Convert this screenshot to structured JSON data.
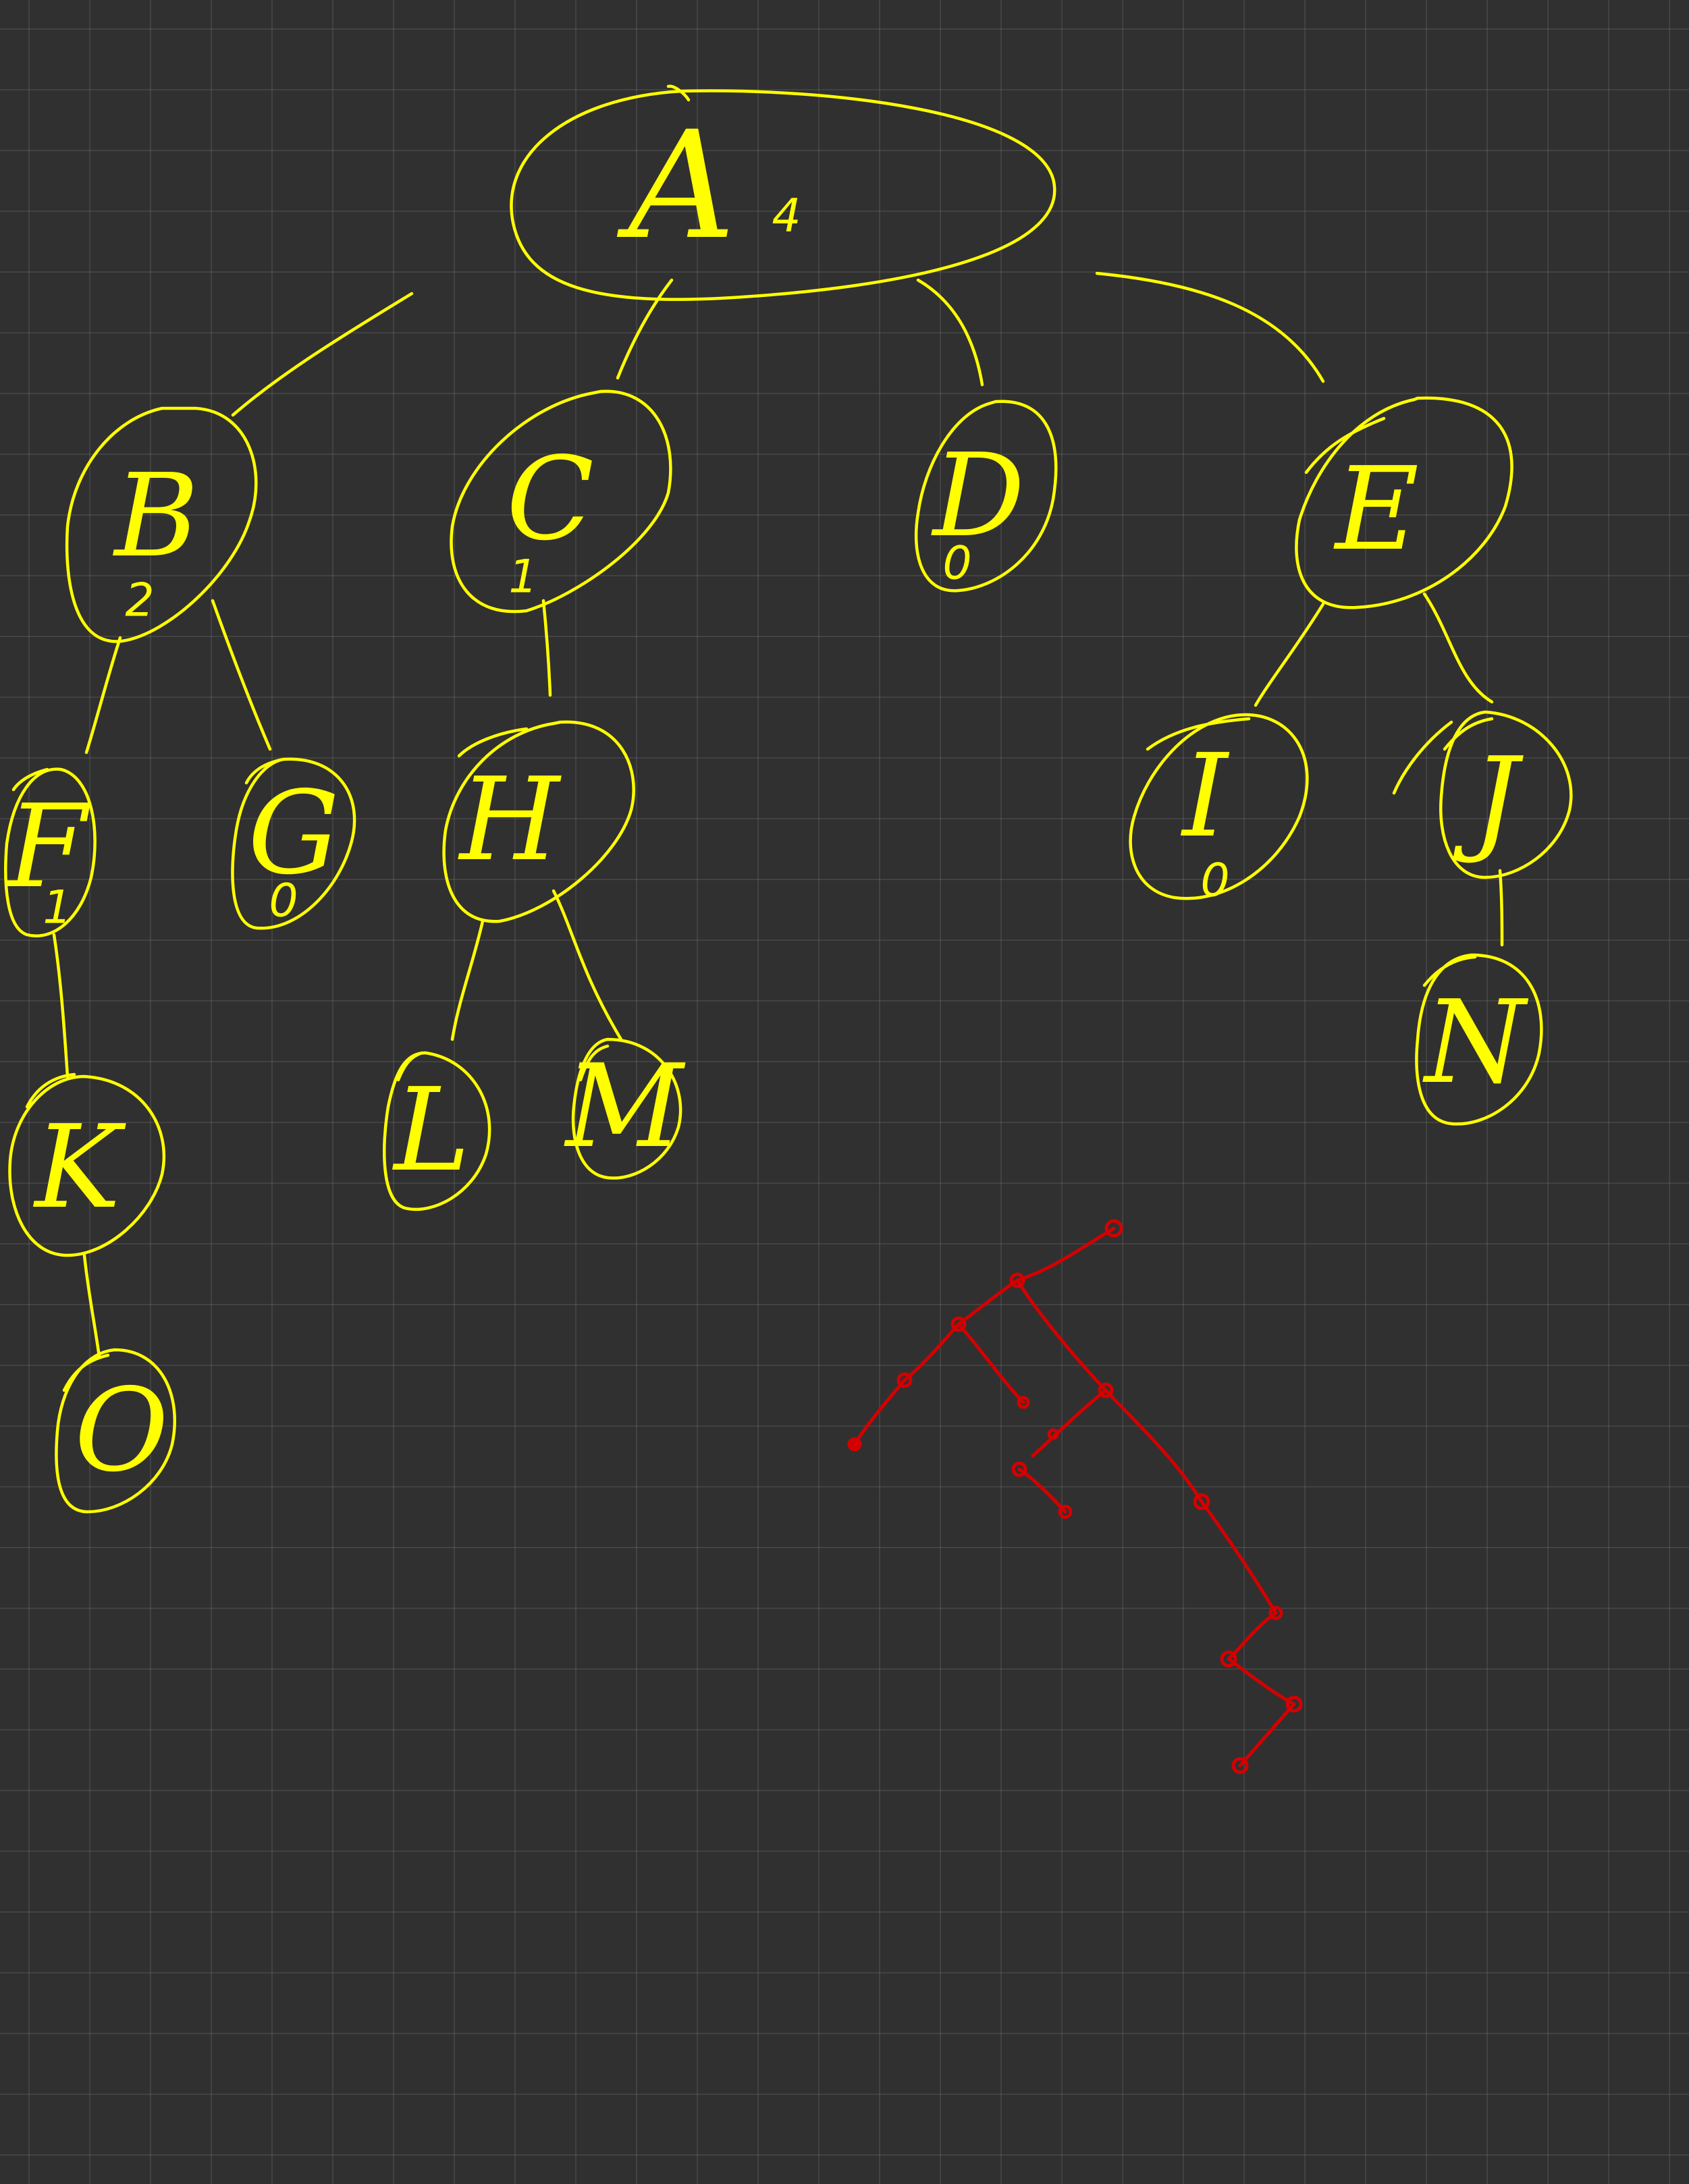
{
  "canvas": {
    "background": "#303030",
    "grid_color": "#3f3f3f"
  },
  "colors": {
    "tree_ink": "#ffff00",
    "sketch_ink": "#d40000"
  },
  "tree": {
    "nodes": {
      "A": {
        "label": "A",
        "count": "4"
      },
      "B": {
        "label": "B",
        "count": "2"
      },
      "C": {
        "label": "C",
        "count": "1"
      },
      "D": {
        "label": "D",
        "count": "0"
      },
      "E": {
        "label": "E",
        "count": ""
      },
      "F": {
        "label": "F",
        "count": "1"
      },
      "G": {
        "label": "G",
        "count": "0"
      },
      "H": {
        "label": "H",
        "count": ""
      },
      "I": {
        "label": "I",
        "count": "0"
      },
      "J": {
        "label": "J",
        "count": ""
      },
      "K": {
        "label": "K",
        "count": ""
      },
      "L": {
        "label": "L",
        "count": ""
      },
      "M": {
        "label": "M",
        "count": ""
      },
      "N": {
        "label": "N",
        "count": ""
      },
      "O": {
        "label": "O",
        "count": ""
      }
    },
    "edges": [
      [
        "A",
        "B"
      ],
      [
        "A",
        "C"
      ],
      [
        "A",
        "D"
      ],
      [
        "A",
        "E"
      ],
      [
        "B",
        "F"
      ],
      [
        "B",
        "G"
      ],
      [
        "C",
        "H"
      ],
      [
        "E",
        "I"
      ],
      [
        "E",
        "J"
      ],
      [
        "F",
        "K"
      ],
      [
        "H",
        "L"
      ],
      [
        "H",
        "M"
      ],
      [
        "J",
        "N"
      ],
      [
        "K",
        "O"
      ]
    ]
  },
  "red_sketch": {
    "description_shown": false,
    "point_count": 16
  }
}
